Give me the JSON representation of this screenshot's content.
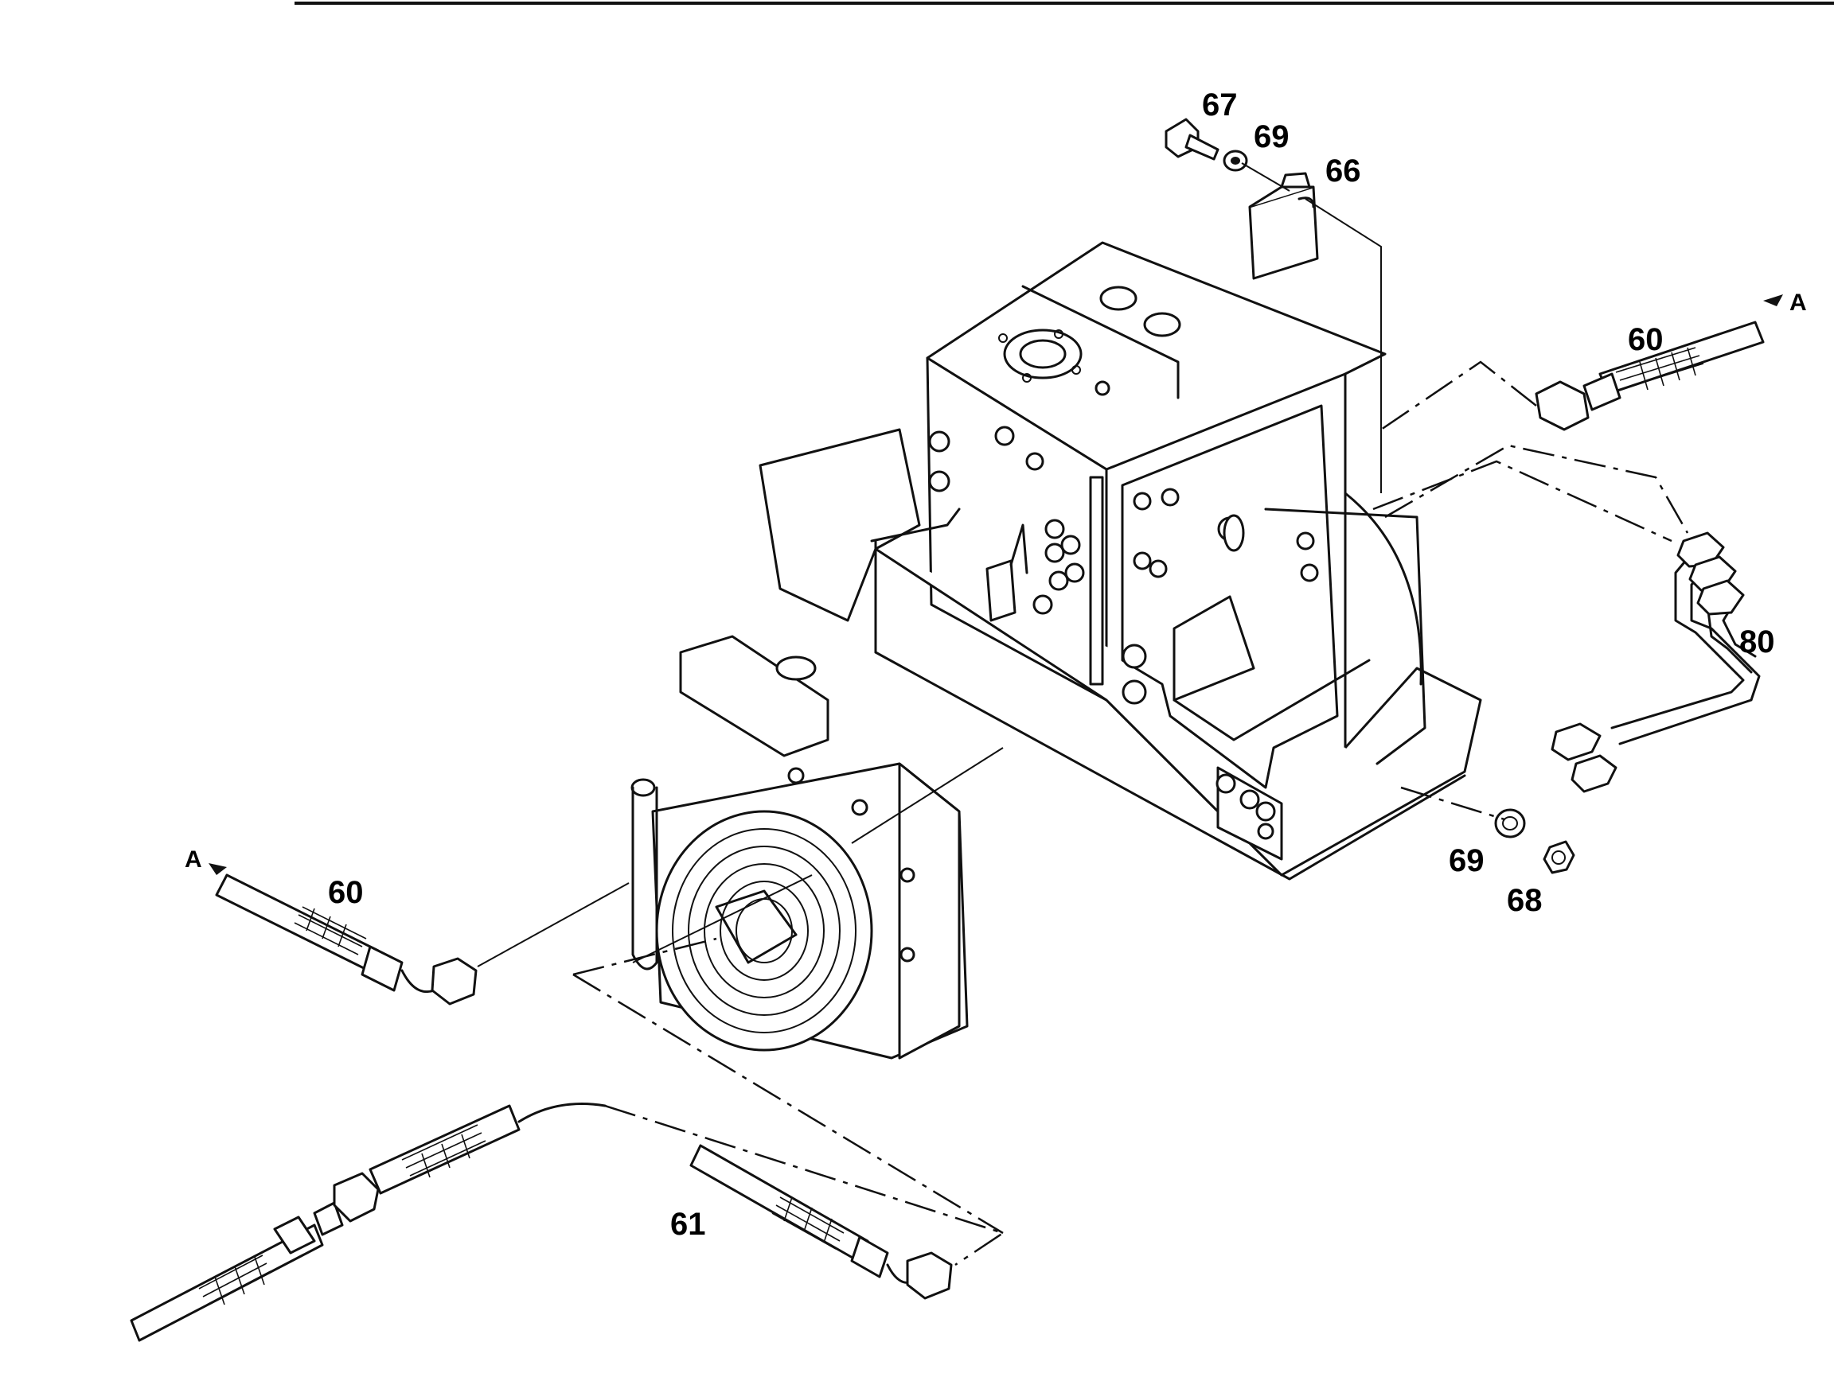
{
  "callouts": {
    "part_67": "67",
    "part_69_top": "69",
    "part_66": "66",
    "part_60_right": "60",
    "part_80": "80",
    "part_69_bottom": "69",
    "part_68": "68",
    "part_60_left": "60",
    "part_61": "61"
  },
  "arrows": {
    "ref_right": "A",
    "ref_left": "A"
  }
}
